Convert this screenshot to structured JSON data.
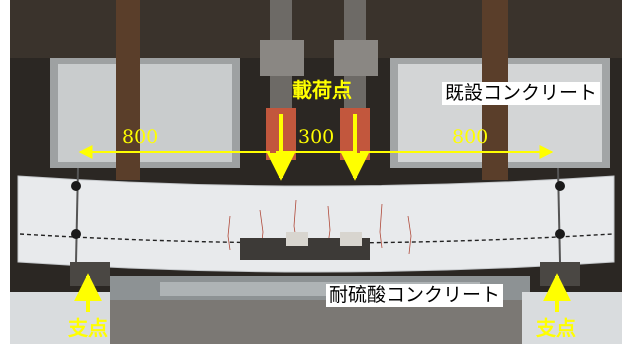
{
  "annotations": {
    "loading_points": "載荷点",
    "existing_concrete": "既設コンクリート",
    "acid_resistant_concrete": "耐硫酸コンクリート",
    "support_left": "支点",
    "support_right": "支点",
    "span_left": "800",
    "span_center": "300",
    "span_right": "800"
  },
  "colors": {
    "annotation": "#ffff00",
    "beam": "#e9ebed",
    "background": "#2a2622",
    "frame": "#5b3f2a"
  }
}
